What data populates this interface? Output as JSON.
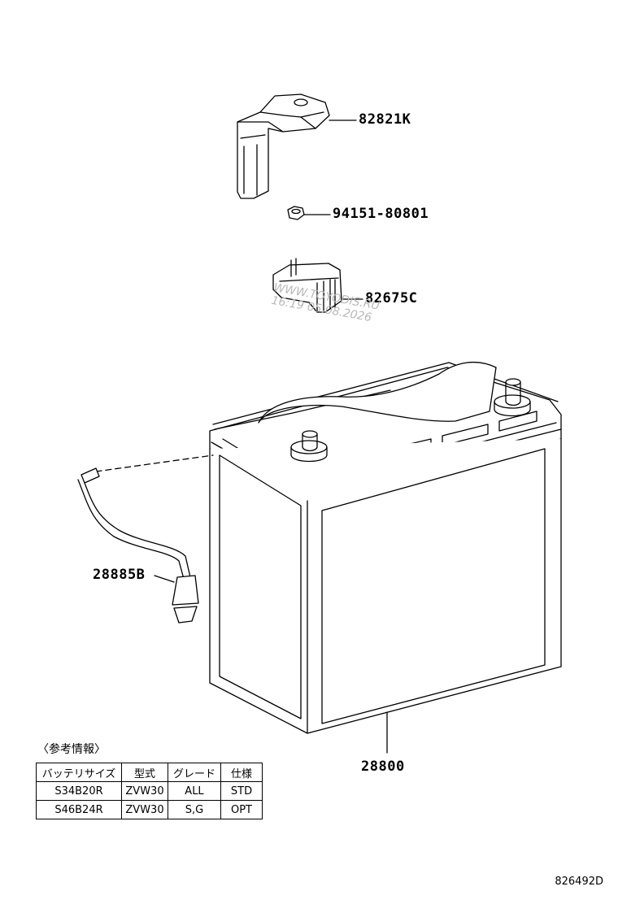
{
  "parts": {
    "p82821k": "82821K",
    "p94151": "94151-80801",
    "p82675c": "82675C",
    "p28885b": "28885B",
    "p28800": "28800"
  },
  "watermark": {
    "line1": "WWW.TOYODIS.RU",
    "line2": "16:19 05.08.2026"
  },
  "reference": {
    "title": "〈参考情報〉",
    "headers": [
      "バッテリサイズ",
      "型式",
      "グレード",
      "仕様"
    ],
    "rows": [
      [
        "S34B20R",
        "ZVW30",
        "ALL",
        "STD"
      ],
      [
        "S46B24R",
        "ZVW30",
        "S,G",
        "OPT"
      ]
    ]
  },
  "diagram_id": "826492D"
}
